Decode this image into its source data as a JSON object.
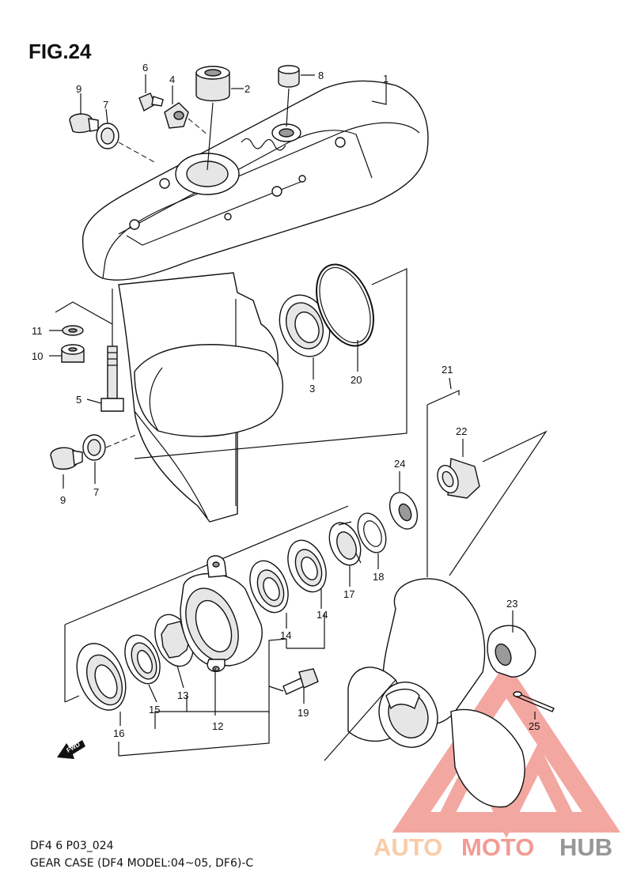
{
  "figure": {
    "title": "FIG.24",
    "code": "DF4 6 P03_024",
    "caption": "GEAR CASE (DF4 MODEL:04~05, DF6)-C"
  },
  "callouts": [
    "1",
    "2",
    "3",
    "4",
    "5",
    "6",
    "7",
    "7",
    "8",
    "9",
    "9",
    "10",
    "11",
    "12",
    "13",
    "14",
    "14",
    "15",
    "16",
    "17",
    "18",
    "19",
    "20",
    "21",
    "22",
    "23",
    "24",
    "25"
  ],
  "fwd_label": "FWD",
  "watermark": {
    "part1": "AUTO",
    "part2": "MOTO",
    "part3": "HUB",
    "color_light": "#f7c49a",
    "color_red": "#f08a82",
    "color_grey": "#8c8c8c"
  }
}
